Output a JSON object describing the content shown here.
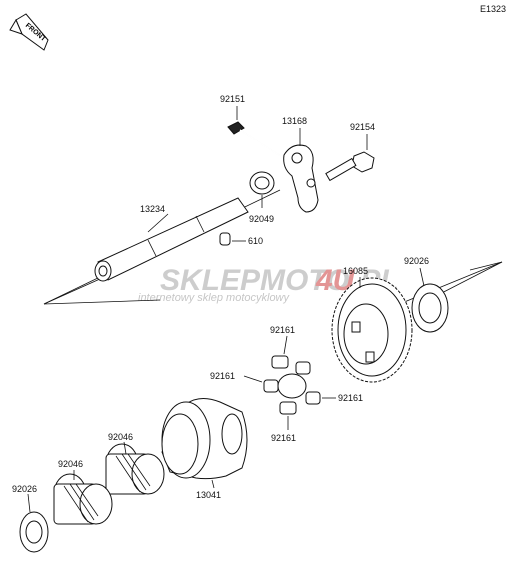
{
  "diagram_code": "E1323",
  "front_label": "FRONT",
  "watermark": {
    "brand_grey": "SKLEPMOTO",
    "brand_red": "4U",
    "brand_tld": ".PL",
    "tagline": "internetowy sklep motocyklowy",
    "color_grey": "#c8c8c8",
    "color_red": "#e08a8a"
  },
  "parts": {
    "p92151": "92151",
    "p13168": "13168",
    "p92154": "92154",
    "p92049": "92049",
    "p13234": "13234",
    "p610": "610",
    "p16085": "16085",
    "p92026_top": "92026",
    "p92161_a": "92161",
    "p92161_b": "92161",
    "p92161_c": "92161",
    "p92161_d": "92161",
    "p92046_a": "92046",
    "p92046_b": "92046",
    "p13041": "13041",
    "p92026_bottom": "92026"
  }
}
